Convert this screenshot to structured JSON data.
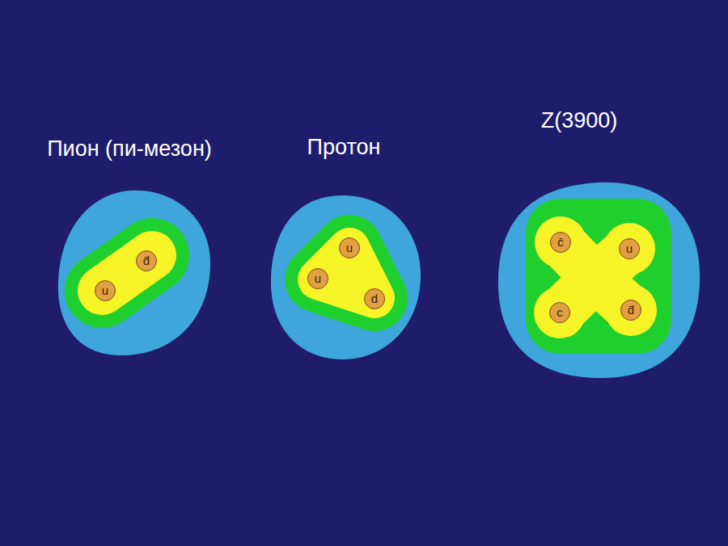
{
  "diagram": {
    "nodes": [
      {
        "text": [
          "Пион (пи-мезон)"
        ]
      },
      {
        "text": [
          "d̄"
        ],
        "in": 0
      },
      {
        "text": [
          "u"
        ],
        "in": 0
      },
      {
        "text": [
          "Протон"
        ]
      },
      {
        "text": [
          "u"
        ],
        "in": 3
      },
      {
        "text": [
          "u"
        ],
        "in": 3
      },
      {
        "text": [
          "d"
        ],
        "in": 3
      },
      {
        "text": [
          "Z(3900)"
        ]
      },
      {
        "text": [
          "c̄"
        ],
        "in": 7
      },
      {
        "text": [
          "u"
        ],
        "in": 7
      },
      {
        "text": [
          "c"
        ],
        "in": 7
      },
      {
        "text": [
          "d̄"
        ],
        "in": 7
      }
    ]
  }
}
